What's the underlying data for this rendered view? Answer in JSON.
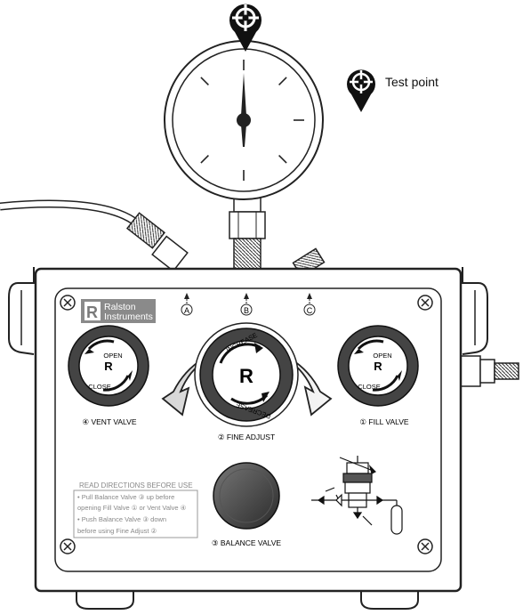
{
  "legend": {
    "label": "Test point",
    "icon": "test-point-marker-icon"
  },
  "brand": {
    "line1": "Ralston",
    "line2": "Instruments",
    "logo": "ralston-r-logo-icon"
  },
  "ports": [
    "A",
    "B",
    "C"
  ],
  "vent_valve": {
    "open": "OPEN",
    "close": "CLOSE",
    "label": "④ VENT VALVE"
  },
  "fill_valve": {
    "open": "OPEN",
    "close": "CLOSE",
    "label": "① FILL VALVE"
  },
  "fine_adjust": {
    "increase": "INCREASE",
    "decrease": "DECREASE",
    "label": "② FINE ADJUST"
  },
  "balance_valve": {
    "label": "③ BALANCE VALVE"
  },
  "directions": {
    "title": "READ DIRECTIONS BEFORE USE",
    "lines": [
      "• Pull Balance Valve ③ up before",
      "opening Fill Valve ① or Vent Valve ④",
      "• Push Balance Valve ③ down",
      "before using Fine Adjust ②"
    ]
  }
}
